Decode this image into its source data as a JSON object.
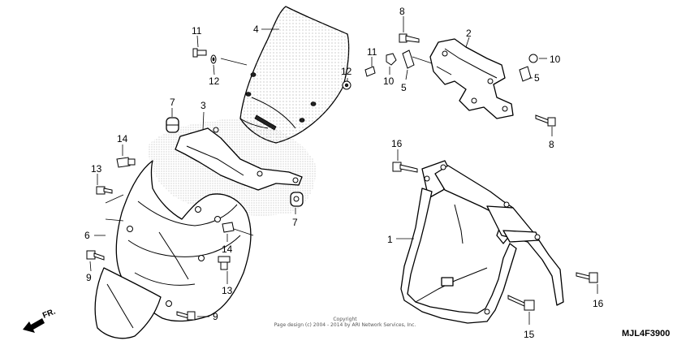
{
  "diagram": {
    "callouts": {
      "c1": "1",
      "c2": "2",
      "c3": "3",
      "c4": "4",
      "c5a": "5",
      "c5b": "5",
      "c6": "6",
      "c7a": "7",
      "c7b": "7",
      "c8a": "8",
      "c8b": "8",
      "c9a": "9",
      "c9b": "9",
      "c10a": "10",
      "c10b": "10",
      "c11a": "11",
      "c11b": "11",
      "c12a": "12",
      "c12b": "12",
      "c13a": "13",
      "c13b": "13",
      "c14a": "14",
      "c14b": "14",
      "c15": "15",
      "c16a": "16",
      "c16b": "16"
    },
    "direction_label": "FR.",
    "copyright_title": "Copyright",
    "copyright_line": "Page design (c) 2004 - 2014 by ARI Network Services, Inc.",
    "diagram_code": "MJL4F3900"
  },
  "colors": {
    "ink": "#000000",
    "screen_dots": "#9a9a9a"
  }
}
